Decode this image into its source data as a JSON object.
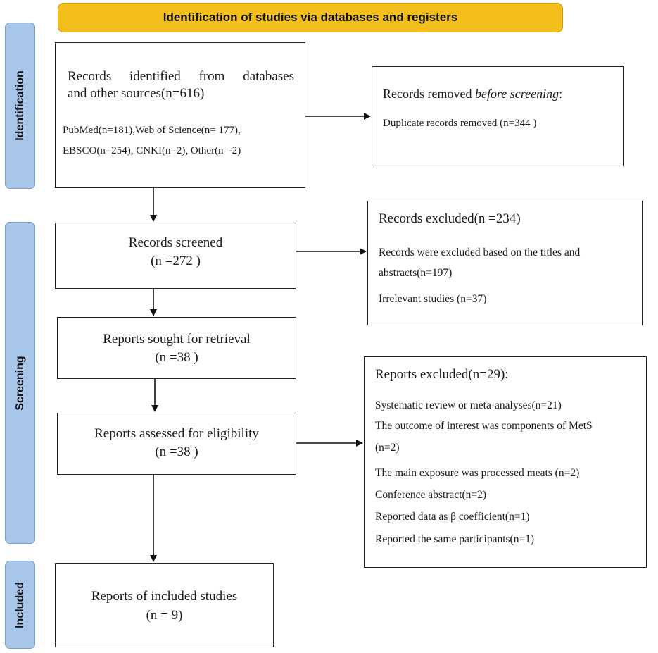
{
  "header": {
    "title": "Identification of studies via databases and registers"
  },
  "stages": {
    "identification": "Identification",
    "screening": "Screening",
    "included": "Included"
  },
  "records_identified": {
    "line1": "Records identified from databases",
    "line2": "and other sources(n=616)",
    "sources1": "PubMed(n=181),Web of Science(n= 177),",
    "sources2": "EBSCO(n=254), CNKI(n=2), Other(n =2)"
  },
  "records_removed": {
    "title_prefix": "Records removed ",
    "title_italic": "before screening",
    "title_suffix": ":",
    "item1": "Duplicate records removed (n=344 )"
  },
  "records_screened": {
    "line1": "Records screened",
    "line2": "(n =272 )"
  },
  "records_excluded": {
    "title": "Records excluded(n =234)",
    "item1a": "Records were excluded based on the titles and",
    "item1b": "abstracts(n=197)",
    "item2": "Irrelevant studies (n=37)"
  },
  "reports_sought": {
    "line1": "Reports sought for retrieval",
    "line2": "(n =38 )"
  },
  "reports_assessed": {
    "line1": "Reports assessed for eligibility",
    "line2": "(n =38 )"
  },
  "reports_excluded": {
    "title": "Reports excluded(n=29):",
    "item1": "Systematic review or meta-analyses(n=21)",
    "item2a": "The outcome of interest was components of MetS",
    "item2b": "(n=2)",
    "item3": "The main exposure was processed meats (n=2)",
    "item4": "Conference abstract(n=2)",
    "item5": "Reported data as β coefficient(n=1)",
    "item6": "Reported the same participants(n=1)"
  },
  "included_studies": {
    "line1": "Reports of included studies",
    "line2": "(n = 9)"
  }
}
